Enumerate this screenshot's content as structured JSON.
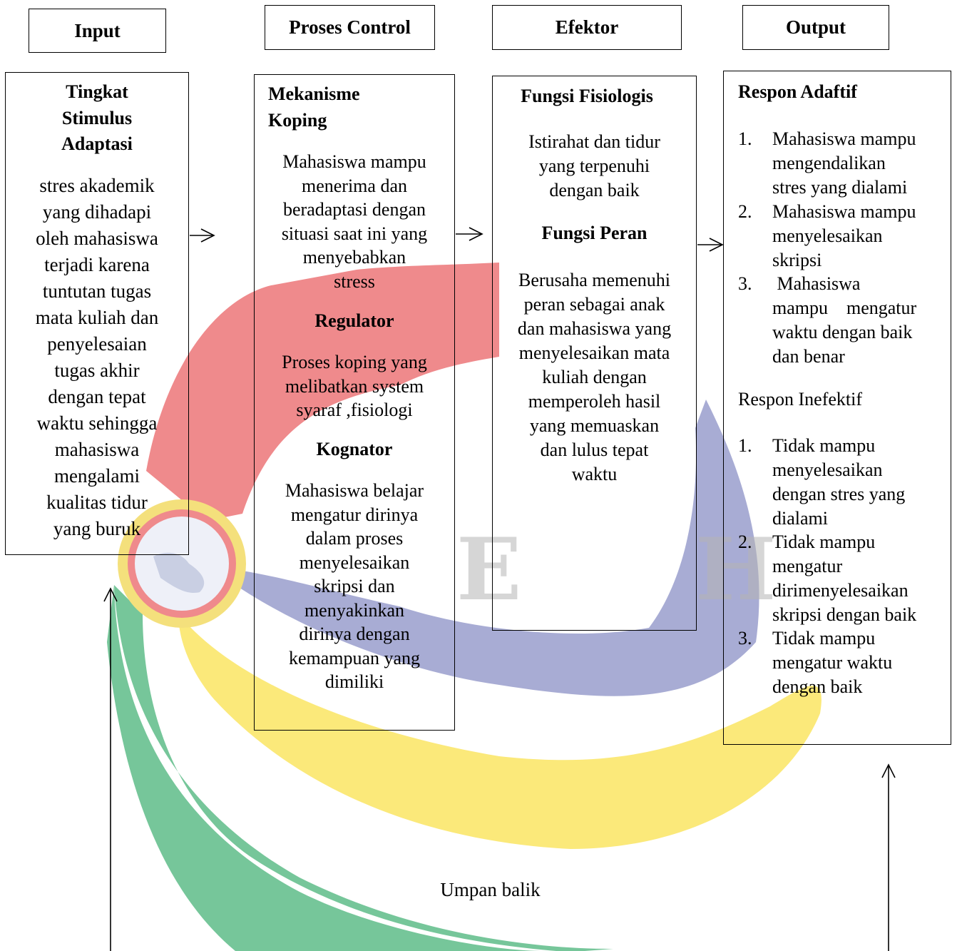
{
  "headers": {
    "input": "Input",
    "proses": "Proses Control",
    "efektor": "Efektor",
    "output": "Output"
  },
  "input_box": {
    "title": [
      "Tingkat",
      "Stimulus",
      "Adaptasi"
    ],
    "body": [
      "stres akademik",
      "yang dihadapi",
      "oleh mahasiswa",
      "terjadi karena",
      "tuntutan tugas",
      "mata kuliah dan",
      "penyelesaian",
      "tugas akhir",
      "dengan tepat",
      "waktu sehingga",
      "mahasiswa",
      "mengalami",
      "kualitas tidur",
      "yang buruk"
    ]
  },
  "proses_box": {
    "mekanisme_title": [
      "Mekanisme",
      "Koping"
    ],
    "mekanisme_body": [
      "Mahasiswa mampu",
      "menerima dan",
      "beradaptasi dengan",
      "situasi saat ini yang",
      "menyebabkan",
      "stress"
    ],
    "regulator_title": "Regulator",
    "regulator_body": [
      "Proses koping yang",
      "melibatkan system",
      "syaraf ,fisiologi"
    ],
    "kognator_title": "Kognator",
    "kognator_body": [
      "Mahasiswa belajar",
      "mengatur dirinya",
      "dalam proses",
      "menyelesaikan",
      "skripsi dan",
      "menyakinkan",
      "dirinya dengan",
      "kemampuan yang",
      "dimiliki"
    ]
  },
  "efektor_box": {
    "fisiologis_title": "Fungsi Fisiologis",
    "fisiologis_body": [
      "Istirahat  dan tidur",
      "yang terpenuhi",
      "dengan  baik"
    ],
    "peran_title": "Fungsi Peran",
    "peran_body": [
      "Berusaha memenuhi",
      "peran sebagai anak",
      "dan mahasiswa yang",
      "menyelesaikan mata",
      "kuliah dengan",
      "memperoleh hasil",
      "yang memuaskan",
      "dan lulus tepat",
      "waktu"
    ]
  },
  "output_box": {
    "adaptif_title": "Respon Adaftif",
    "adaptif_items": [
      {
        "num": "1.",
        "lines": [
          "Mahasiswa mampu",
          "mengendalikan",
          "stres  yang dialami"
        ]
      },
      {
        "num": "2.",
        "lines": [
          "Mahasiswa mampu",
          "menyelesaikan",
          "skripsi"
        ]
      },
      {
        "num": "3.",
        "lines": [
          " Mahasiswa",
          "mampu    mengatur",
          "waktu dengan baik",
          "dan benar"
        ]
      }
    ],
    "inefektif_title": "Respon Inefektif",
    "inefektif_items": [
      {
        "num": "1.",
        "lines": [
          "Tidak mampu",
          "menyelesaikan",
          "dengan stres yang",
          "dialami"
        ]
      },
      {
        "num": "2.",
        "lines": [
          "Tidak mampu",
          "mengatur",
          "dirimenyelesaikan",
          "skripsi dengan baik"
        ]
      },
      {
        "num": "3.",
        "lines": [
          "Tidak mampu",
          "mengatur waktu",
          "dengan baik"
        ]
      }
    ]
  },
  "feedback_label": "Umpan balik",
  "colors": {
    "watermark_red": "#ef8a8c",
    "watermark_green": "#76c69a",
    "watermark_yellow": "#fbe97a",
    "watermark_blue": "#a3a8d2",
    "globe_ring": "#f4e07c"
  }
}
